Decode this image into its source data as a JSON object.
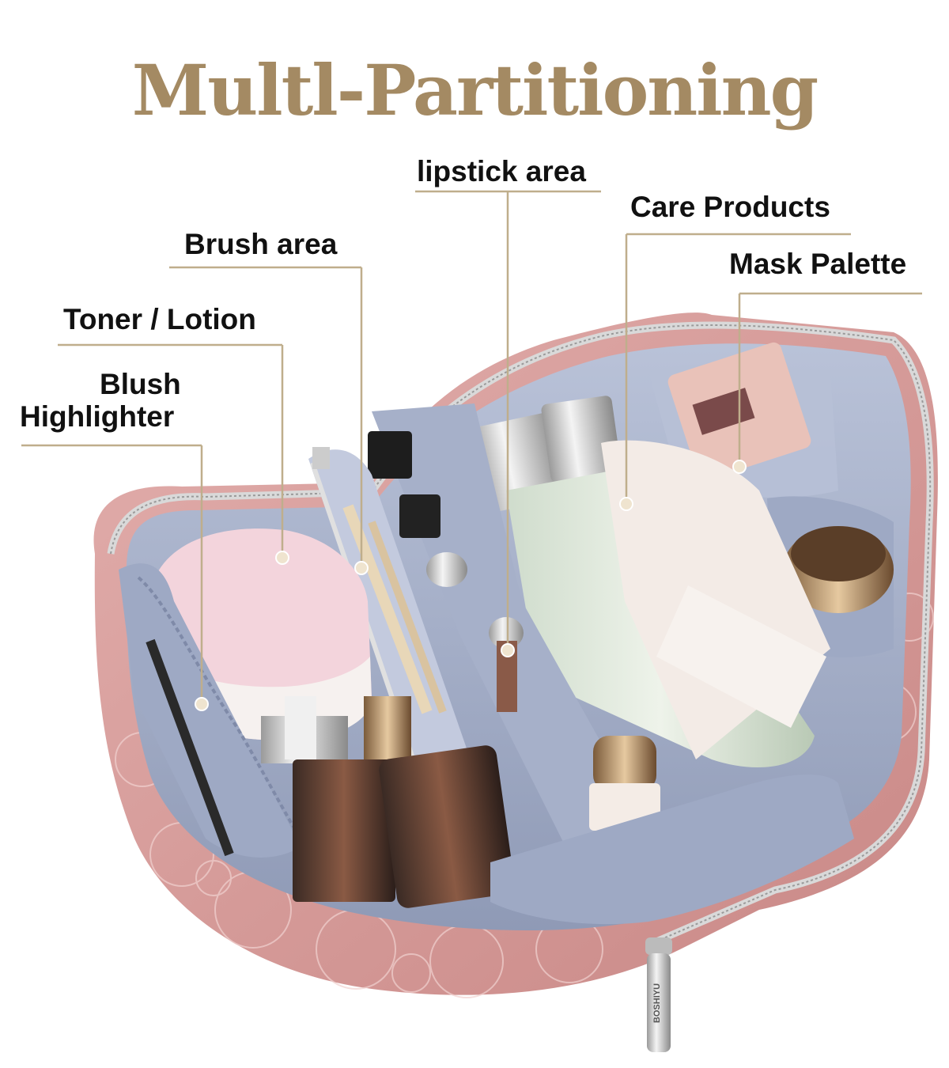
{
  "title": "Multl-Partitioning",
  "labels": {
    "lipstick": "lipstick area",
    "care": "Care Products",
    "brush": "Brush area",
    "mask": "Mask Palette",
    "toner": "Toner / Lotion",
    "blush_line1": "Blush",
    "blush_line2": "Highlighter"
  },
  "bag_brand": "BOSHIYU",
  "colors": {
    "title": "#a48a63",
    "callout_line": "#bfae8c",
    "bag_pink": "#d79d9b",
    "lining_blue": "#a9b3cc",
    "background": "#ffffff"
  },
  "icons": [
    "zipper-pull-icon",
    "callout-dot-icon"
  ]
}
